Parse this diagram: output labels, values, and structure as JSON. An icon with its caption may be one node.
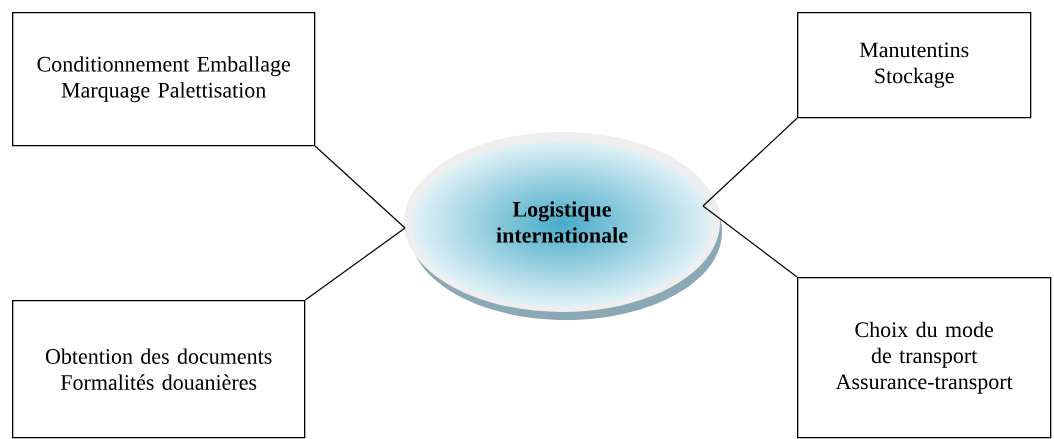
{
  "diagram": {
    "nodes": [
      {
        "text": [
          "Logistique internationale"
        ]
      },
      {
        "text": [
          "Conditionnement Emballage Marquage Palettisation"
        ]
      },
      {
        "text": [
          "Manutentins Stockage"
        ]
      },
      {
        "text": [
          "Obtention des documents Formalités douanières"
        ]
      },
      {
        "text": [
          "Choix du mode de transport Assurance-transport"
        ]
      }
    ],
    "edges": [
      {
        "from": 1,
        "to": 0,
        "arrow": "none"
      },
      {
        "from": 2,
        "to": 0,
        "arrow": "none"
      },
      {
        "from": 3,
        "to": 0,
        "arrow": "none"
      },
      {
        "from": 4,
        "to": 0,
        "arrow": "none"
      }
    ]
  }
}
